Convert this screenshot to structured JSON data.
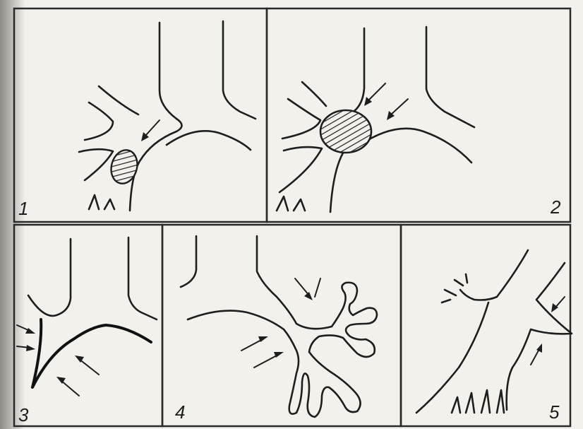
{
  "figure": {
    "panels": [
      {
        "id": "1",
        "label": "1"
      },
      {
        "id": "2",
        "label": "2"
      },
      {
        "id": "3",
        "label": "3"
      },
      {
        "id": "4",
        "label": "4"
      },
      {
        "id": "5",
        "label": "5"
      }
    ]
  },
  "colors": {
    "page": "#f3f1ec",
    "ink": "#1e1e1e",
    "frame": "#2a2a2a",
    "left_shadow": "#9a9790"
  }
}
